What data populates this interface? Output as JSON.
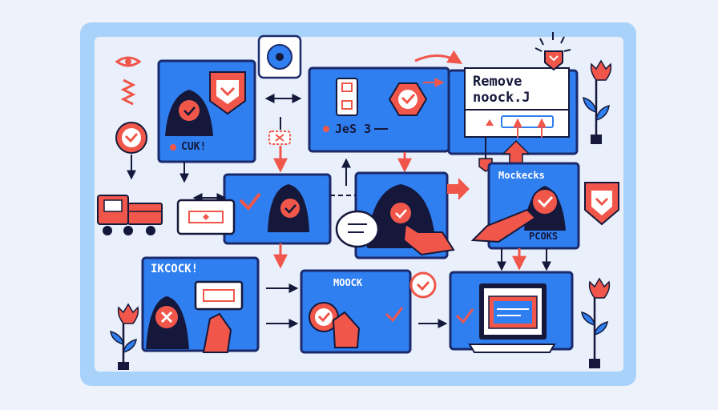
{
  "labels": {
    "cuk": "CUK!",
    "jes": "JeS 3",
    "remove_line1": "Remove",
    "remove_line2": "noock.J",
    "mockecks": "Mockecks",
    "pcoks": "PCOKS",
    "ikcock": "IKCOCK!",
    "moock": "MOOCK"
  },
  "colors": {
    "frame_blue": "#a9d2fb",
    "panel_blue": "#2f7ff0",
    "panel_border": "#1b2a6b",
    "accent_red": "#f0574a",
    "dark_navy": "#15183a",
    "white": "#ffffff",
    "inner_light": "#ffffff"
  }
}
